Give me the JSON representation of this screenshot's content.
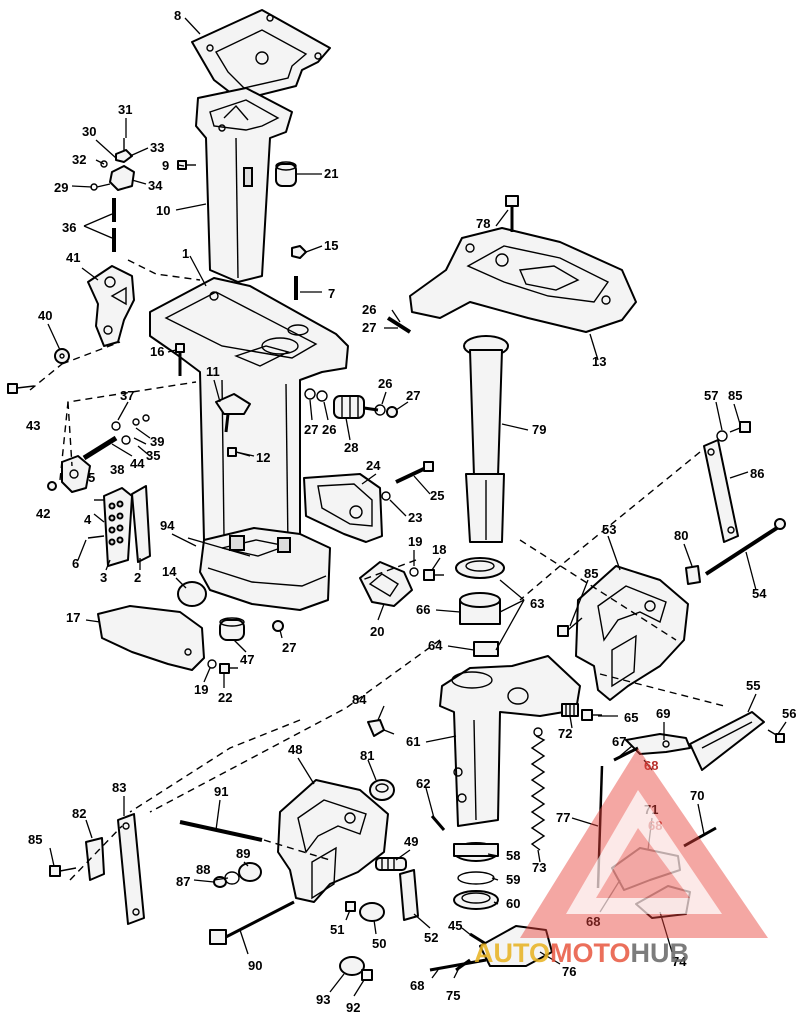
{
  "watermark": {
    "part1": "AUTO",
    "part2": "MOTO",
    "part3": "HUB",
    "colors": {
      "auto": "#e8b21f",
      "moto": "#e8573f",
      "hub": "#666666",
      "triangle": "#e8413a"
    }
  },
  "labels": {
    "n1": "1",
    "n2": "2",
    "n3": "3",
    "n4": "4",
    "n5": "5",
    "n6": "6",
    "n7": "7",
    "n8": "8",
    "n9": "9",
    "n10": "10",
    "n11": "11",
    "n12": "12",
    "n13": "13",
    "n14": "14",
    "n15": "15",
    "n16": "16",
    "n17": "17",
    "n18": "18",
    "n19a": "19",
    "n19b": "19",
    "n20": "20",
    "n21": "21",
    "n22": "22",
    "n23": "23",
    "n24": "24",
    "n25": "25",
    "n26a": "26",
    "n26b": "26",
    "n26c": "26",
    "n27a": "27",
    "n27b": "27",
    "n27c": "27",
    "n27d": "27",
    "n28": "28",
    "n29": "29",
    "n30": "30",
    "n31": "31",
    "n32": "32",
    "n33": "33",
    "n34": "34",
    "n35": "35",
    "n36": "36",
    "n37": "37",
    "n38": "38",
    "n39": "39",
    "n40": "40",
    "n41": "41",
    "n42": "42",
    "n43": "43",
    "n44": "44",
    "n45": "45",
    "n47": "47",
    "n48": "48",
    "n49": "49",
    "n50": "50",
    "n51": "51",
    "n52": "52",
    "n53": "53",
    "n54": "54",
    "n55": "55",
    "n56": "56",
    "n57": "57",
    "n58": "58",
    "n59": "59",
    "n60": "60",
    "n61": "61",
    "n62": "62",
    "n63": "63",
    "n64": "64",
    "n65": "65",
    "n66": "66",
    "n67": "67",
    "n68a": "68",
    "n68b": "68",
    "n68c": "68",
    "n69": "69",
    "n70": "70",
    "n71": "71",
    "n72": "72",
    "n73": "73",
    "n74": "74",
    "n75": "75",
    "n76": "76",
    "n77": "77",
    "n78": "78",
    "n79": "79",
    "n80": "80",
    "n81": "81",
    "n82": "82",
    "n83": "83",
    "n84": "84",
    "n85a": "85",
    "n85b": "85",
    "n85c": "85",
    "n86": "86",
    "n87": "87",
    "n88": "88",
    "n89": "89",
    "n90": "90",
    "n91": "91",
    "n92": "92",
    "n93": "93",
    "n94": "94"
  }
}
